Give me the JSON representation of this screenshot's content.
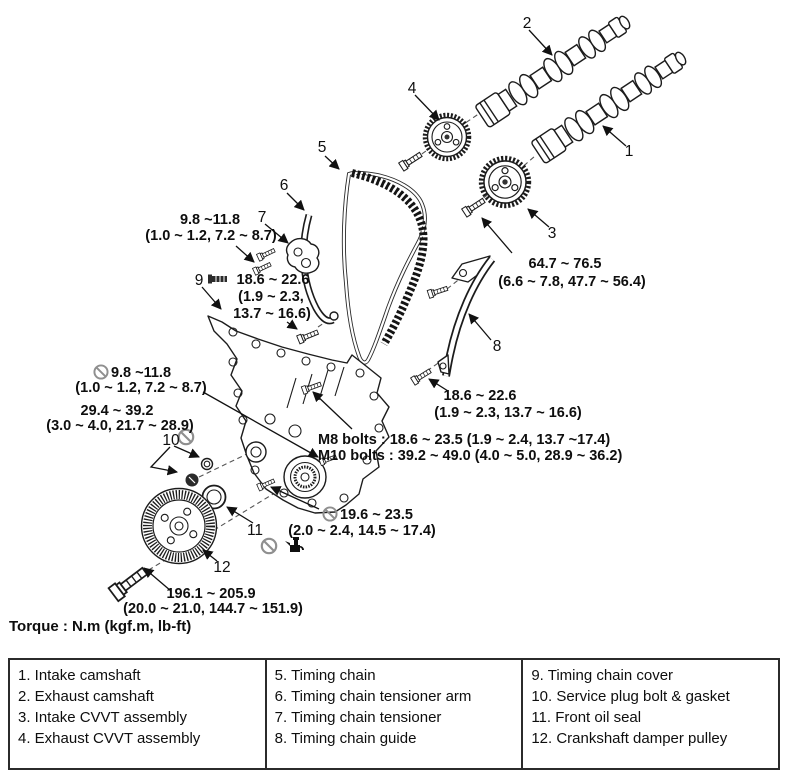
{
  "torque_unit_note": "Torque : N.m (kgf.m, lb-ft)",
  "colors": {
    "ink": "#1c1c1c",
    "no_reuse_gray": "#8f8f8f"
  },
  "callouts": {
    "c1": "1",
    "c2": "2",
    "c3": "3",
    "c4": "4",
    "c5": "5",
    "c6": "6",
    "c7": "7",
    "c8": "8",
    "c9": "9",
    "c10": "10",
    "c11": "11",
    "c12": "12"
  },
  "torques": {
    "tensioner": {
      "l1": "9.8 ~11.8",
      "l2": "(1.0 ~ 1.2, 7.2 ~ 8.7)"
    },
    "arm_pivot_bolt": {
      "l1": "18.6 ~ 22.6",
      "l2": "(1.9 ~ 2.3,",
      "l3": "13.7 ~ 16.6)"
    },
    "cvvt_bolt": {
      "l1": "64.7 ~ 76.5",
      "l2": "(6.6 ~ 7.8, 47.7 ~ 56.4)"
    },
    "guide_bolt": {
      "l1": "18.6 ~ 22.6",
      "l2": "(1.9 ~ 2.3, 13.7 ~ 16.6)"
    },
    "cover_left_bolt": {
      "l1": "9.8 ~11.8",
      "l2": "(1.0 ~ 1.2, 7.2 ~ 8.7)"
    },
    "service_plug": {
      "l1": "29.4 ~ 39.2",
      "l2": "(3.0 ~ 4.0, 21.7 ~ 28.9)"
    },
    "cover_note": {
      "l1": "M8 bolts : 18.6 ~ 23.5 (1.9 ~ 2.4, 13.7 ~17.4)",
      "l2": "M10 bolts : 39.2 ~ 49.0 (4.0 ~ 5.0, 28.9 ~ 36.2)"
    },
    "oil_pump_bolt": {
      "l1": "19.6 ~ 23.5",
      "l2": "(2.0 ~ 2.4, 14.5 ~ 17.4)"
    },
    "damper_bolt": {
      "l1": "196.1 ~ 205.9",
      "l2": "(20.0 ~ 21.0, 144.7 ~ 151.9)"
    }
  },
  "legend": {
    "columns": [
      {
        "items": [
          "1. Intake camshaft",
          "2. Exhaust camshaft",
          "3. Intake CVVT assembly",
          "4. Exhaust CVVT assembly"
        ]
      },
      {
        "items": [
          "5. Timing chain",
          "6. Timing chain tensioner arm",
          "7. Timing chain tensioner",
          "8. Timing chain guide"
        ]
      },
      {
        "items": [
          "9. Timing chain cover",
          "10. Service plug bolt & gasket",
          "11. Front oil seal",
          "12. Crankshaft damper pulley"
        ]
      }
    ]
  }
}
